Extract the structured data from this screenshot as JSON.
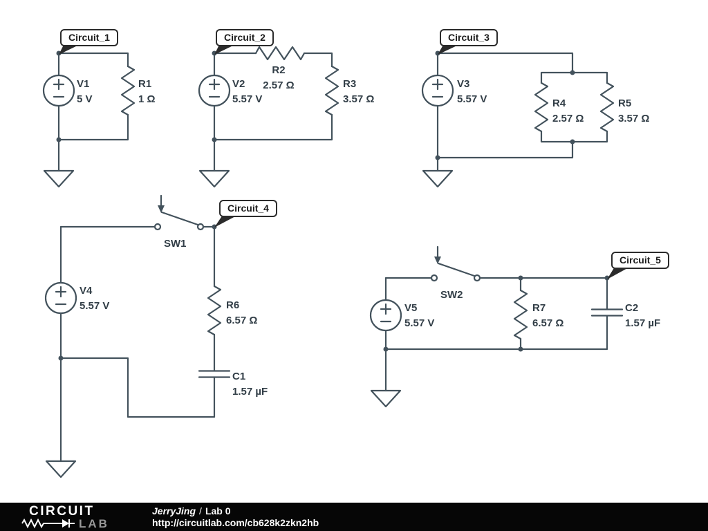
{
  "colors": {
    "wire": "#43525c",
    "label_text": "#323e47",
    "callout_border": "#2b2b2b",
    "canvas_bg": "#ffffff",
    "footer_bg": "#060606",
    "footer_text": "#ffffff",
    "logo_lab_gray": "#999999"
  },
  "circuits": [
    {
      "label": "Circuit_1",
      "source": {
        "ref": "V1",
        "value": "5 V"
      },
      "resistor": {
        "ref": "R1",
        "value": "1 Ω"
      }
    },
    {
      "label": "Circuit_2",
      "source": {
        "ref": "V2",
        "value": "5.57 V"
      },
      "series_resistor": {
        "ref": "R2",
        "value": "2.57 Ω"
      },
      "shunt_resistor": {
        "ref": "R3",
        "value": "3.57 Ω"
      }
    },
    {
      "label": "Circuit_3",
      "source": {
        "ref": "V3",
        "value": "5.57 V"
      },
      "resistor_left": {
        "ref": "R4",
        "value": "2.57 Ω"
      },
      "resistor_right": {
        "ref": "R5",
        "value": "3.57 Ω"
      }
    },
    {
      "label": "Circuit_4",
      "source": {
        "ref": "V4",
        "value": "5.57 V"
      },
      "switch": {
        "ref": "SW1"
      },
      "resistor": {
        "ref": "R6",
        "value": "6.57 Ω"
      },
      "capacitor": {
        "ref": "C1",
        "value": "1.57 µF"
      }
    },
    {
      "label": "Circuit_5",
      "source": {
        "ref": "V5",
        "value": "5.57 V"
      },
      "switch": {
        "ref": "SW2"
      },
      "resistor": {
        "ref": "R7",
        "value": "6.57 Ω"
      },
      "capacitor": {
        "ref": "C2",
        "value": "1.57 µF"
      }
    }
  ],
  "footer": {
    "logo_top": "CIRCUIT",
    "logo_bottom": "LAB",
    "author": "JerryJing",
    "separator": "/",
    "title": "Lab 0",
    "url": "http://circuitlab.com/cb628k2zkn2hb"
  }
}
